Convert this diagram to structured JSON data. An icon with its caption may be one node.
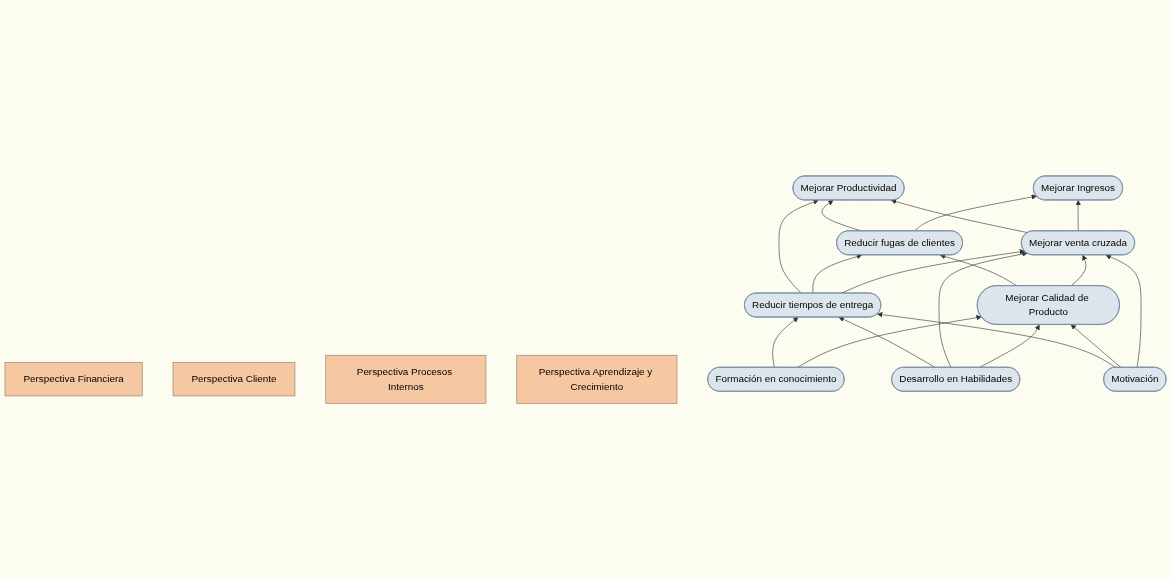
{
  "diagram": {
    "nodes": [
      {
        "text": [
          "Perspectiva Financiera"
        ]
      },
      {
        "text": [
          "Perspectiva Cliente"
        ]
      },
      {
        "text": [
          "Perspectiva Procesos Internos"
        ]
      },
      {
        "text": [
          "Perspectiva Aprendizaje y Crecimiento"
        ]
      },
      {
        "text": [
          "Mejorar Productividad"
        ]
      },
      {
        "text": [
          "Mejorar Ingresos"
        ]
      },
      {
        "text": [
          "Reducir fugas de clientes"
        ]
      },
      {
        "text": [
          "Mejorar venta cruzada"
        ]
      },
      {
        "text": [
          "Reducir tiempos de entrega"
        ]
      },
      {
        "text": [
          "Mejorar Calidad de Producto"
        ]
      },
      {
        "text": [
          "Formación en conocimiento"
        ]
      },
      {
        "text": [
          "Desarrollo en Habilidades"
        ]
      },
      {
        "text": [
          "Motivación"
        ]
      }
    ],
    "edges": [
      {
        "from": 6,
        "to": 4,
        "arrow": "to"
      },
      {
        "from": 6,
        "to": 5,
        "arrow": "to"
      },
      {
        "from": 7,
        "to": 4,
        "arrow": "to"
      },
      {
        "from": 7,
        "to": 5,
        "arrow": "to"
      },
      {
        "from": 8,
        "to": 4,
        "arrow": "to"
      },
      {
        "from": 8,
        "to": 6,
        "arrow": "to"
      },
      {
        "from": 8,
        "to": 7,
        "arrow": "to"
      },
      {
        "from": 9,
        "to": 6,
        "arrow": "to"
      },
      {
        "from": 9,
        "to": 7,
        "arrow": "to"
      },
      {
        "from": 10,
        "to": 8,
        "arrow": "to"
      },
      {
        "from": 10,
        "to": 9,
        "arrow": "to"
      },
      {
        "from": 11,
        "to": 8,
        "arrow": "to"
      },
      {
        "from": 11,
        "to": 7,
        "arrow": "to"
      },
      {
        "from": 11,
        "to": 9,
        "arrow": "to"
      },
      {
        "from": 12,
        "to": 8,
        "arrow": "to"
      },
      {
        "from": 12,
        "to": 9,
        "arrow": "to"
      },
      {
        "from": 12,
        "to": 7,
        "arrow": "to"
      }
    ]
  }
}
